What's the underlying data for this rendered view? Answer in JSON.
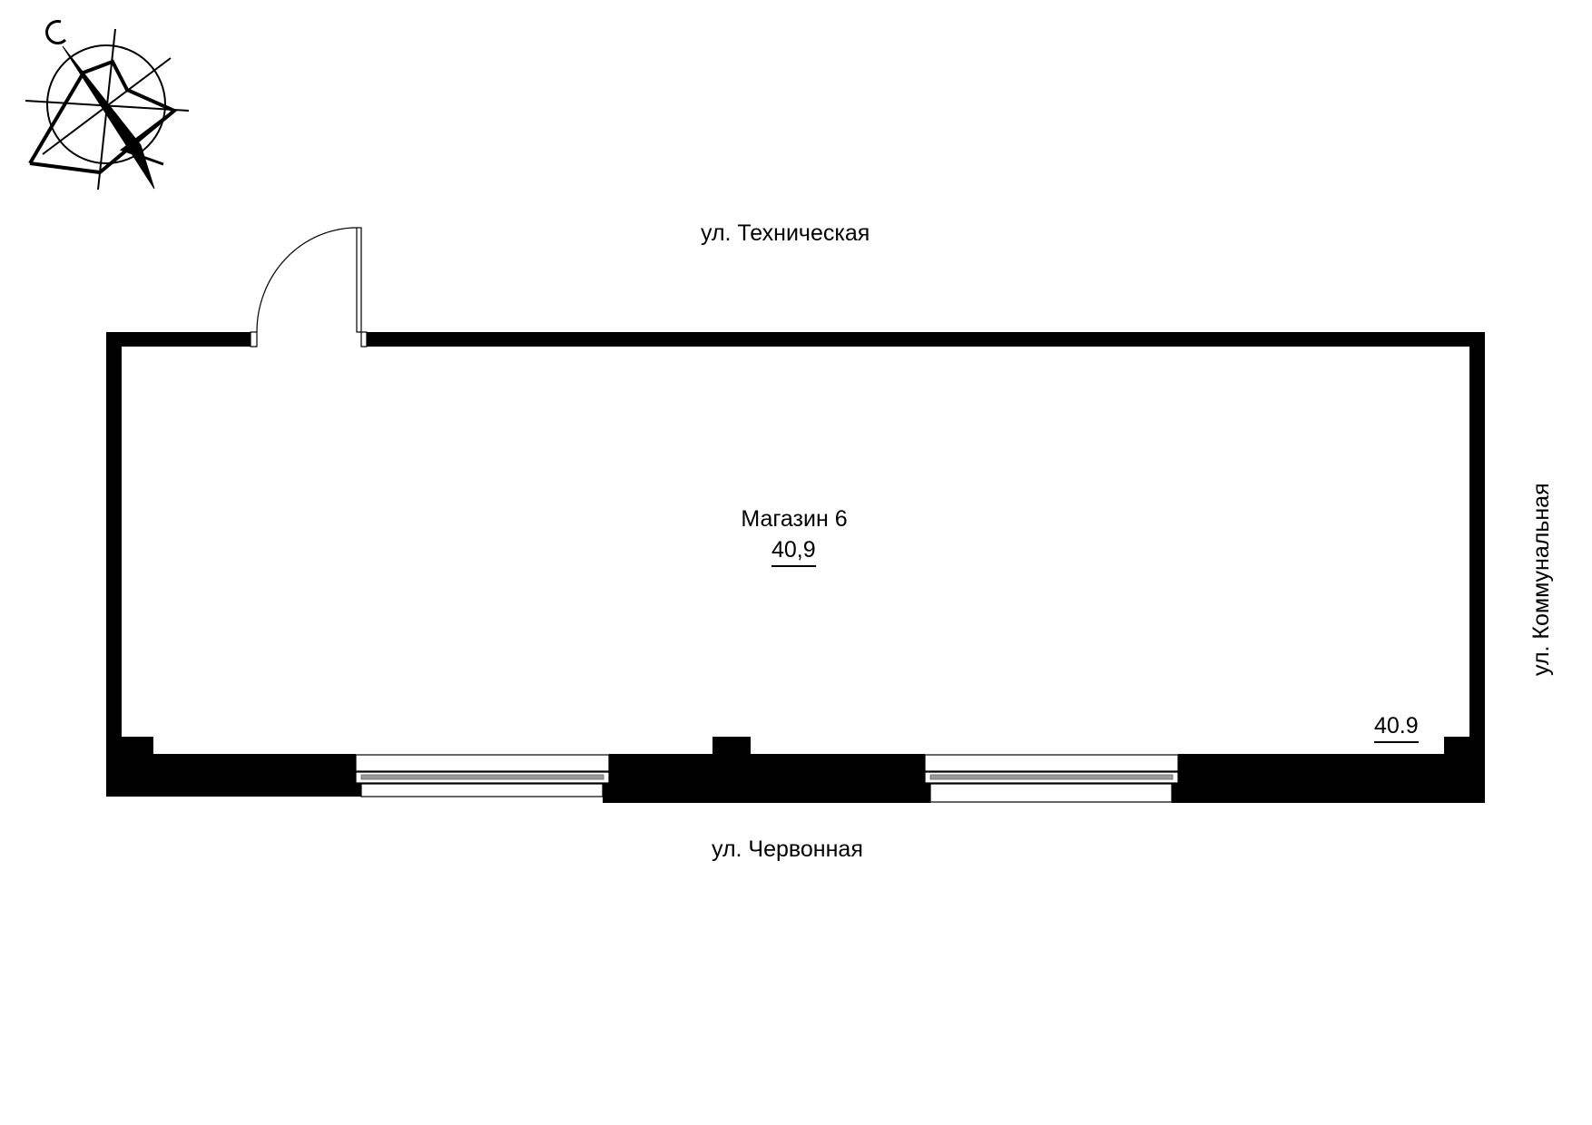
{
  "compass": {
    "north_label": "С"
  },
  "streets": {
    "top": "ул. Техническая",
    "bottom": "ул. Червонная",
    "right": "ул. Коммунальная"
  },
  "room": {
    "name": "Магазин 6",
    "area": "40,9",
    "area_corner": "40.9"
  },
  "colors": {
    "wall": "#000000",
    "background": "#ffffff",
    "window_glass": "#9a9a9a"
  }
}
